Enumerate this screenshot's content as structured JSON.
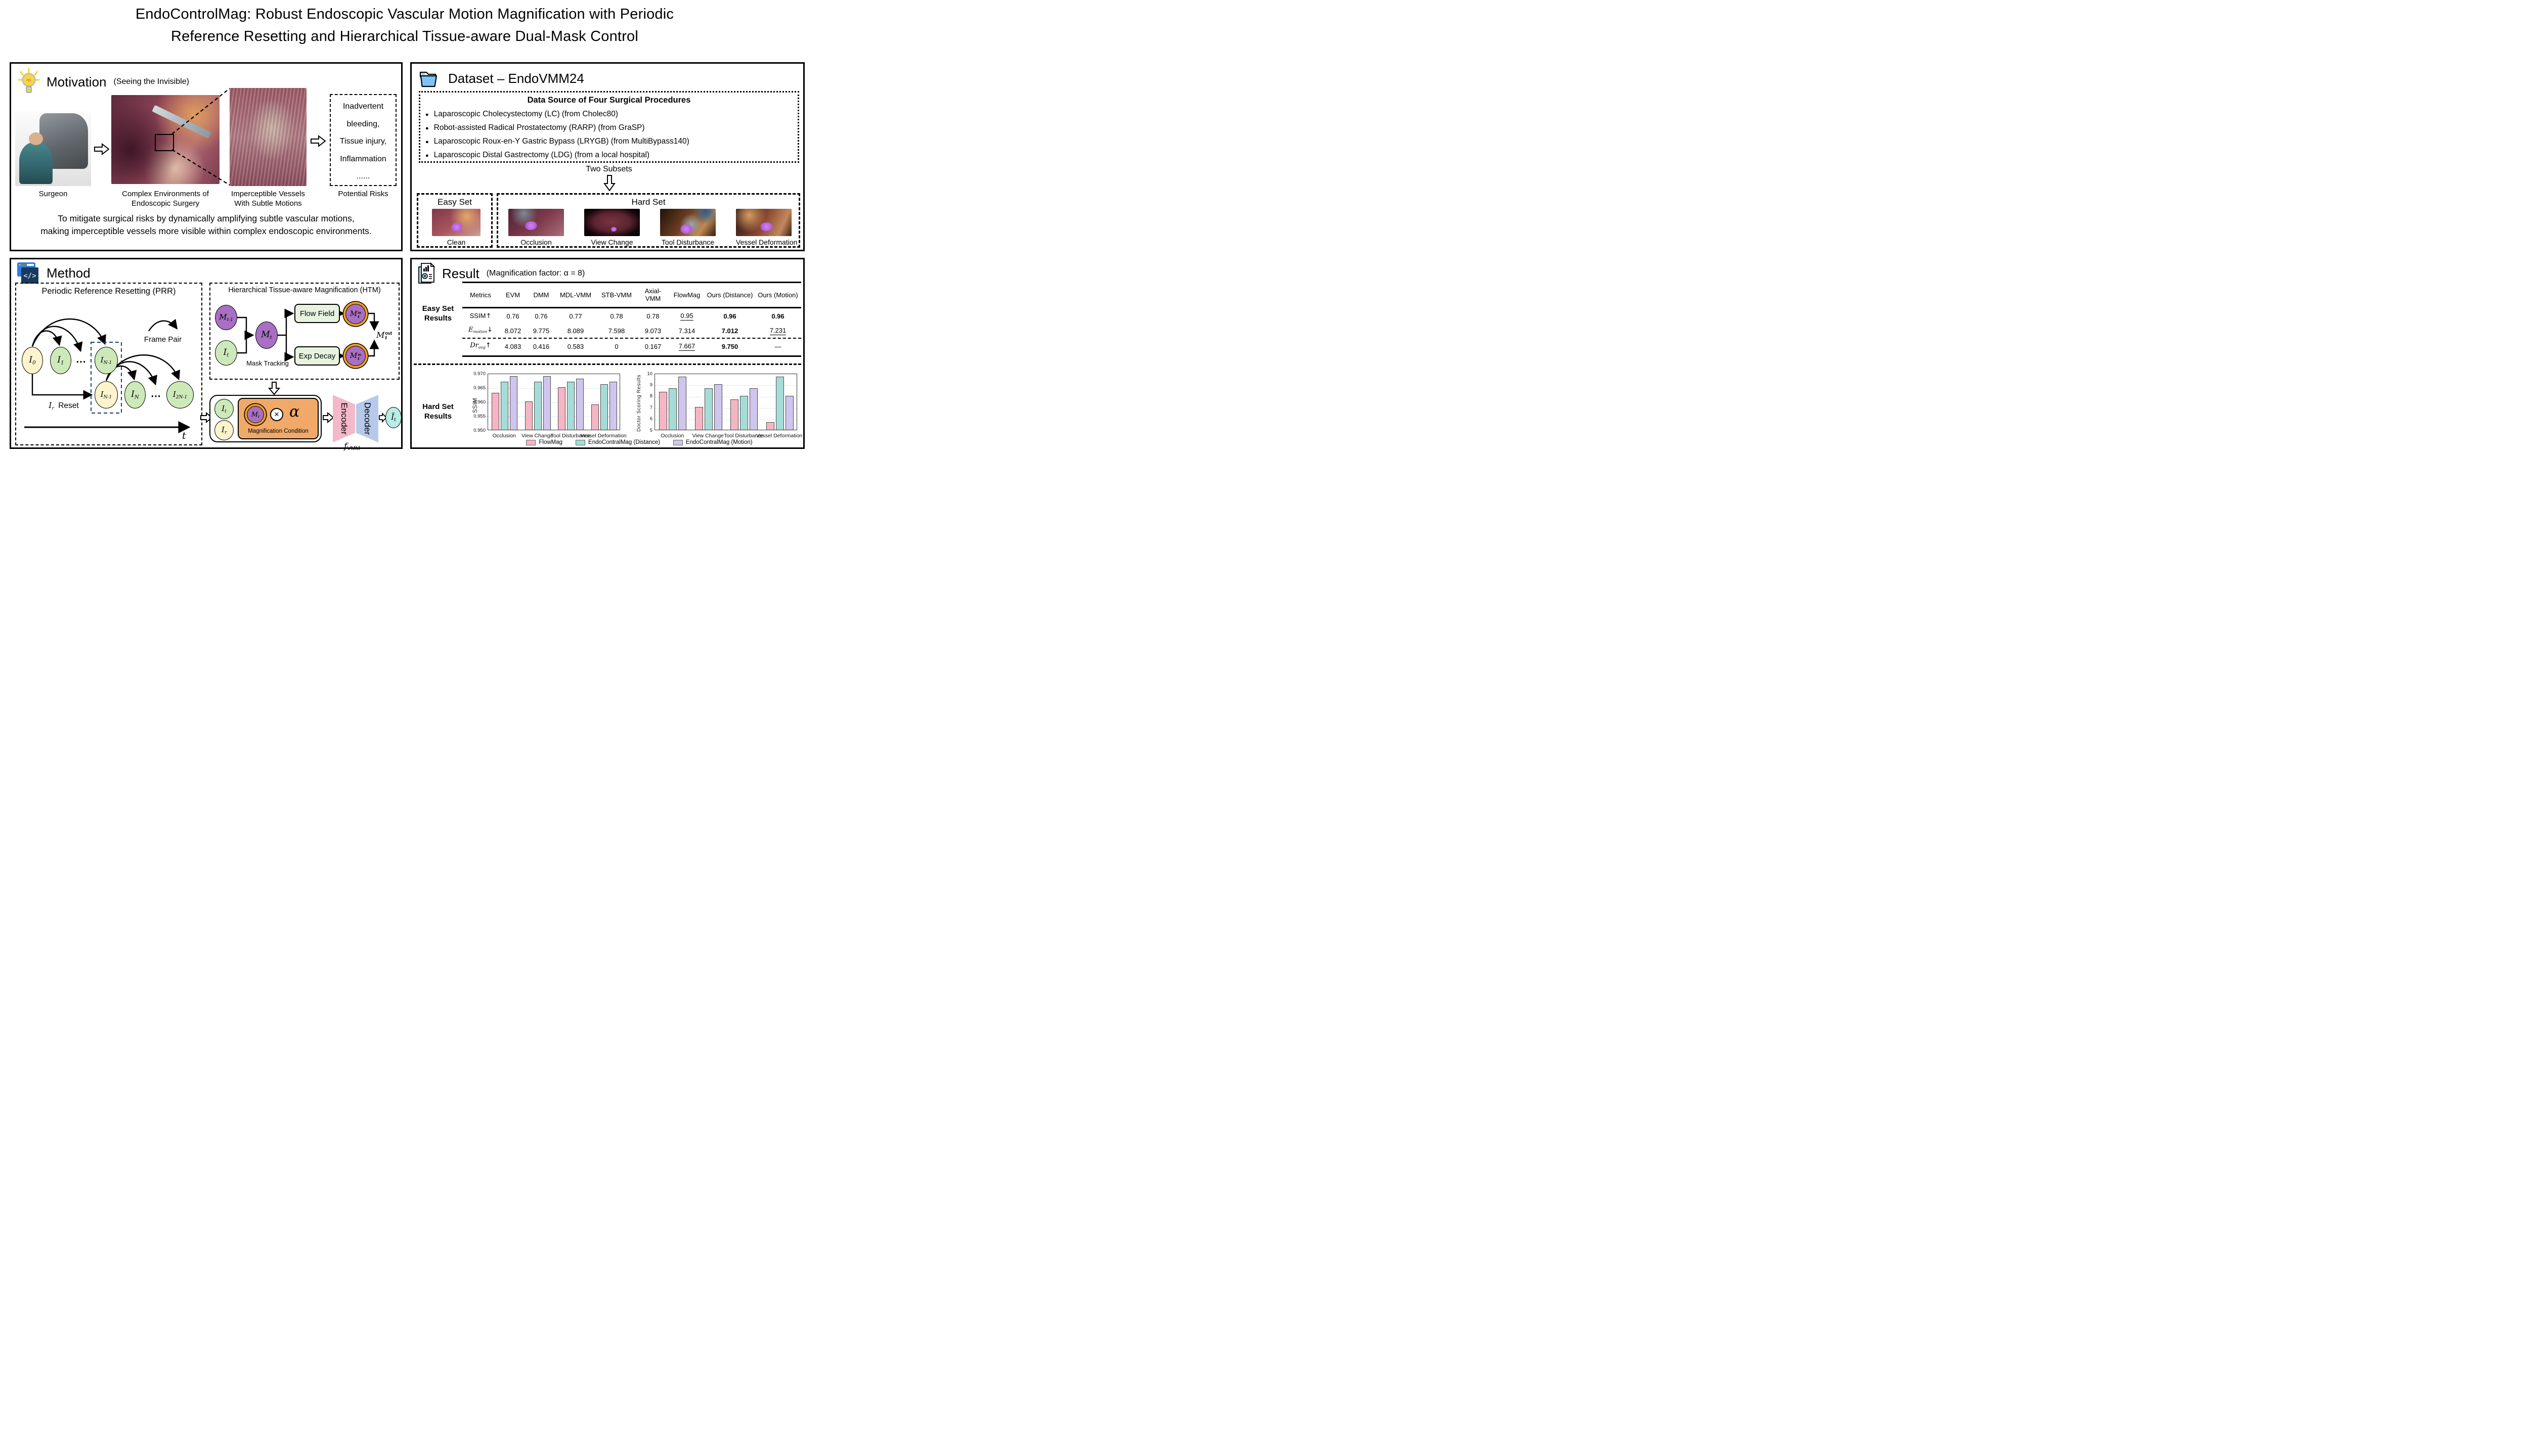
{
  "title": {
    "line1": "EndoControlMag: Robust Endoscopic Vascular Motion Magnification with Periodic",
    "line2": "Reference Resetting and Hierarchical Tissue-aware Dual-Mask Control"
  },
  "motivation": {
    "heading": "Motivation",
    "subheading": "(Seeing the Invisible)",
    "surgeon_label": "Surgeon",
    "env_label_line1": "Complex Environments of",
    "env_label_line2": "Endoscopic Surgery",
    "vessel_label_line1": "Imperceptible Vessels",
    "vessel_label_line2": "With Subtle Motions",
    "risks_label": "Potential Risks",
    "risks_lines": [
      "Inadvertent",
      "bleeding,",
      "Tissue injury,",
      "Inflammation",
      "......"
    ],
    "caption_line1": "To mitigate surgical risks by dynamically amplifying subtle vascular motions,",
    "caption_line2": "making imperceptible vessels more visible within complex endoscopic environments."
  },
  "dataset": {
    "heading": "Dataset – EndoVMM24",
    "box_title": "Data Source of Four Surgical Procedures",
    "bullet_glyph": "●",
    "sources": [
      "Laparoscopic Cholecystectomy (LC) (from Cholec80)",
      "Robot-assisted Radical Prostatectomy (RARP) (from GraSP)",
      "Laparoscopic Roux-en-Y Gastric Bypass (LRYGB) (from MultiBypass140)",
      "Laparoscopic Distal Gastrectomy (LDG) (from a local hospital)"
    ],
    "two_subsets_label": "Two Subsets",
    "easy_set_label": "Easy Set",
    "hard_set_label": "Hard Set",
    "easy_items": [
      {
        "label": "Clean"
      }
    ],
    "hard_items": [
      {
        "label": "Occlusion"
      },
      {
        "label": "View Change"
      },
      {
        "label": "Tool Disturbance"
      },
      {
        "label": "Vessel Deformation"
      }
    ]
  },
  "method": {
    "heading": "Method",
    "prr": {
      "title": "Periodic Reference Resetting (PRR)",
      "frame_pair_label": "Frame Pair",
      "reset_main": "I",
      "reset_sub": "r",
      "reset_rest": "Reset",
      "timeline_label": "t",
      "nodes": {
        "i0": {
          "main": "I",
          "sub": "0"
        },
        "i1": {
          "main": "I",
          "sub": "1"
        },
        "dots1": "⋯",
        "in1": {
          "main": "I",
          "sub": "N-1"
        },
        "in1b": {
          "main": "I",
          "sub": "N-1"
        },
        "iN": {
          "main": "I",
          "sub": "N"
        },
        "dots2": "⋯",
        "i2n1": {
          "main": "I",
          "sub": "2N-1"
        }
      }
    },
    "htm": {
      "title": "Hierarchical Tissue-aware Magnification (HTM)",
      "mask_tracking_label": "Mask Tracking",
      "flow_field_label": "Flow Field",
      "exp_decay_label": "Exp Decay",
      "nodes": {
        "mtm1": {
          "main": "M",
          "sub": "t-1"
        },
        "it": {
          "main": "I",
          "sub": "t"
        },
        "mt": {
          "main": "M",
          "sub": "t"
        },
        "min1": {
          "main": "M",
          "sub": "t",
          "sup": "in"
        },
        "min2": {
          "main": "M",
          "sub": "t",
          "sup": "in"
        },
        "mout": {
          "main": "M",
          "sub": "t",
          "sup": "out"
        }
      }
    },
    "pipeline": {
      "mag_condition_label": "Magnification Condition",
      "alpha": "α",
      "times": "×",
      "encoder_label": "Encoder",
      "decoder_label": "Decoder",
      "f_main": "f",
      "f_sub": "VMM",
      "nodes": {
        "it": {
          "main": "I",
          "sub": "t"
        },
        "ir": {
          "main": "I",
          "sub": "r"
        },
        "mt": {
          "main": "M",
          "sub": "t"
        },
        "out": {
          "main": "Ĩ",
          "sub": "t"
        }
      }
    }
  },
  "result": {
    "heading": "Result",
    "subheading": "(Magnification factor: α = 8)",
    "easy_label_line1": "Easy Set",
    "easy_label_line2": "Results",
    "hard_label_line1": "Hard Set",
    "hard_label_line2": "Results",
    "table": {
      "columns": [
        "Metrics",
        "EVM",
        "DMM",
        "MDL-VMM",
        "STB-VMM",
        "Axial-VMM",
        "FlowMag",
        "Ours (Distance)",
        "Ours (Motion)"
      ],
      "rows": [
        {
          "metric": {
            "main": "SSIM",
            "sub": "",
            "arrow": "↑",
            "serif": false
          },
          "values": [
            "0.76",
            "0.76",
            "0.77",
            "0.78",
            "0.78",
            "0.95",
            "0.96",
            "0.96"
          ],
          "bold": [
            6,
            7
          ],
          "underline": [
            5
          ]
        },
        {
          "metric": {
            "main": "E",
            "sub": "motion",
            "arrow": "↓",
            "serif": true
          },
          "values": [
            "8.072",
            "9.775",
            "8.089",
            "7.598",
            "9.073",
            "7.314",
            "7.012",
            "7.231"
          ],
          "bold": [
            6
          ],
          "underline": [
            7
          ]
        },
        {
          "metric": {
            "main": "Dr",
            "sub": "avg",
            "arrow": "↑",
            "serif": true
          },
          "values": [
            "4.083",
            "0.416",
            "0.583",
            "0",
            "0.167",
            "7.667",
            "9.750",
            "—"
          ],
          "bold": [
            6
          ],
          "underline": [
            5
          ]
        }
      ]
    }
  },
  "chart_data": [
    {
      "type": "bar",
      "title": "",
      "xlabel": "",
      "ylabel": "SSIM",
      "categories": [
        "Occlusion",
        "View Change",
        "Tool Disturbance",
        "Vessel Deformation"
      ],
      "series": [
        {
          "name": "FlowMag",
          "color": "#f5b5c4",
          "values": [
            0.963,
            0.96,
            0.965,
            0.959
          ]
        },
        {
          "name": "EndoContralMag (Distance)",
          "color": "#a6dcd8",
          "values": [
            0.967,
            0.967,
            0.967,
            0.966
          ]
        },
        {
          "name": "EndoContralMag (Motion)",
          "color": "#cfc5ee",
          "values": [
            0.969,
            0.969,
            0.968,
            0.967
          ]
        }
      ],
      "ylim": [
        0.95,
        0.97
      ],
      "yticks": [
        0.95,
        0.955,
        0.96,
        0.965,
        0.97
      ],
      "tick_decimals": 3,
      "grid": true,
      "legend_position": "bottom"
    },
    {
      "type": "bar",
      "title": "",
      "xlabel": "",
      "ylabel": "Doctor Scoring Results",
      "categories": [
        "Occlusion",
        "View Change",
        "Tool Disturbance",
        "Vessel Deformation"
      ],
      "series": [
        {
          "name": "FlowMag",
          "color": "#f5b5c4",
          "values": [
            8.33,
            7.0,
            7.67,
            5.67
          ]
        },
        {
          "name": "EndoContralMag (Distance)",
          "color": "#a6dcd8",
          "values": [
            8.67,
            8.67,
            8.0,
            9.67
          ]
        },
        {
          "name": "EndoContralMag (Motion)",
          "color": "#cfc5ee",
          "values": [
            9.67,
            9.0,
            8.67,
            8.0
          ]
        }
      ],
      "ylim": [
        5,
        10
      ],
      "yticks": [
        5,
        6,
        7,
        8,
        9,
        10
      ],
      "tick_decimals": 0,
      "grid": true,
      "legend_position": "bottom"
    }
  ]
}
